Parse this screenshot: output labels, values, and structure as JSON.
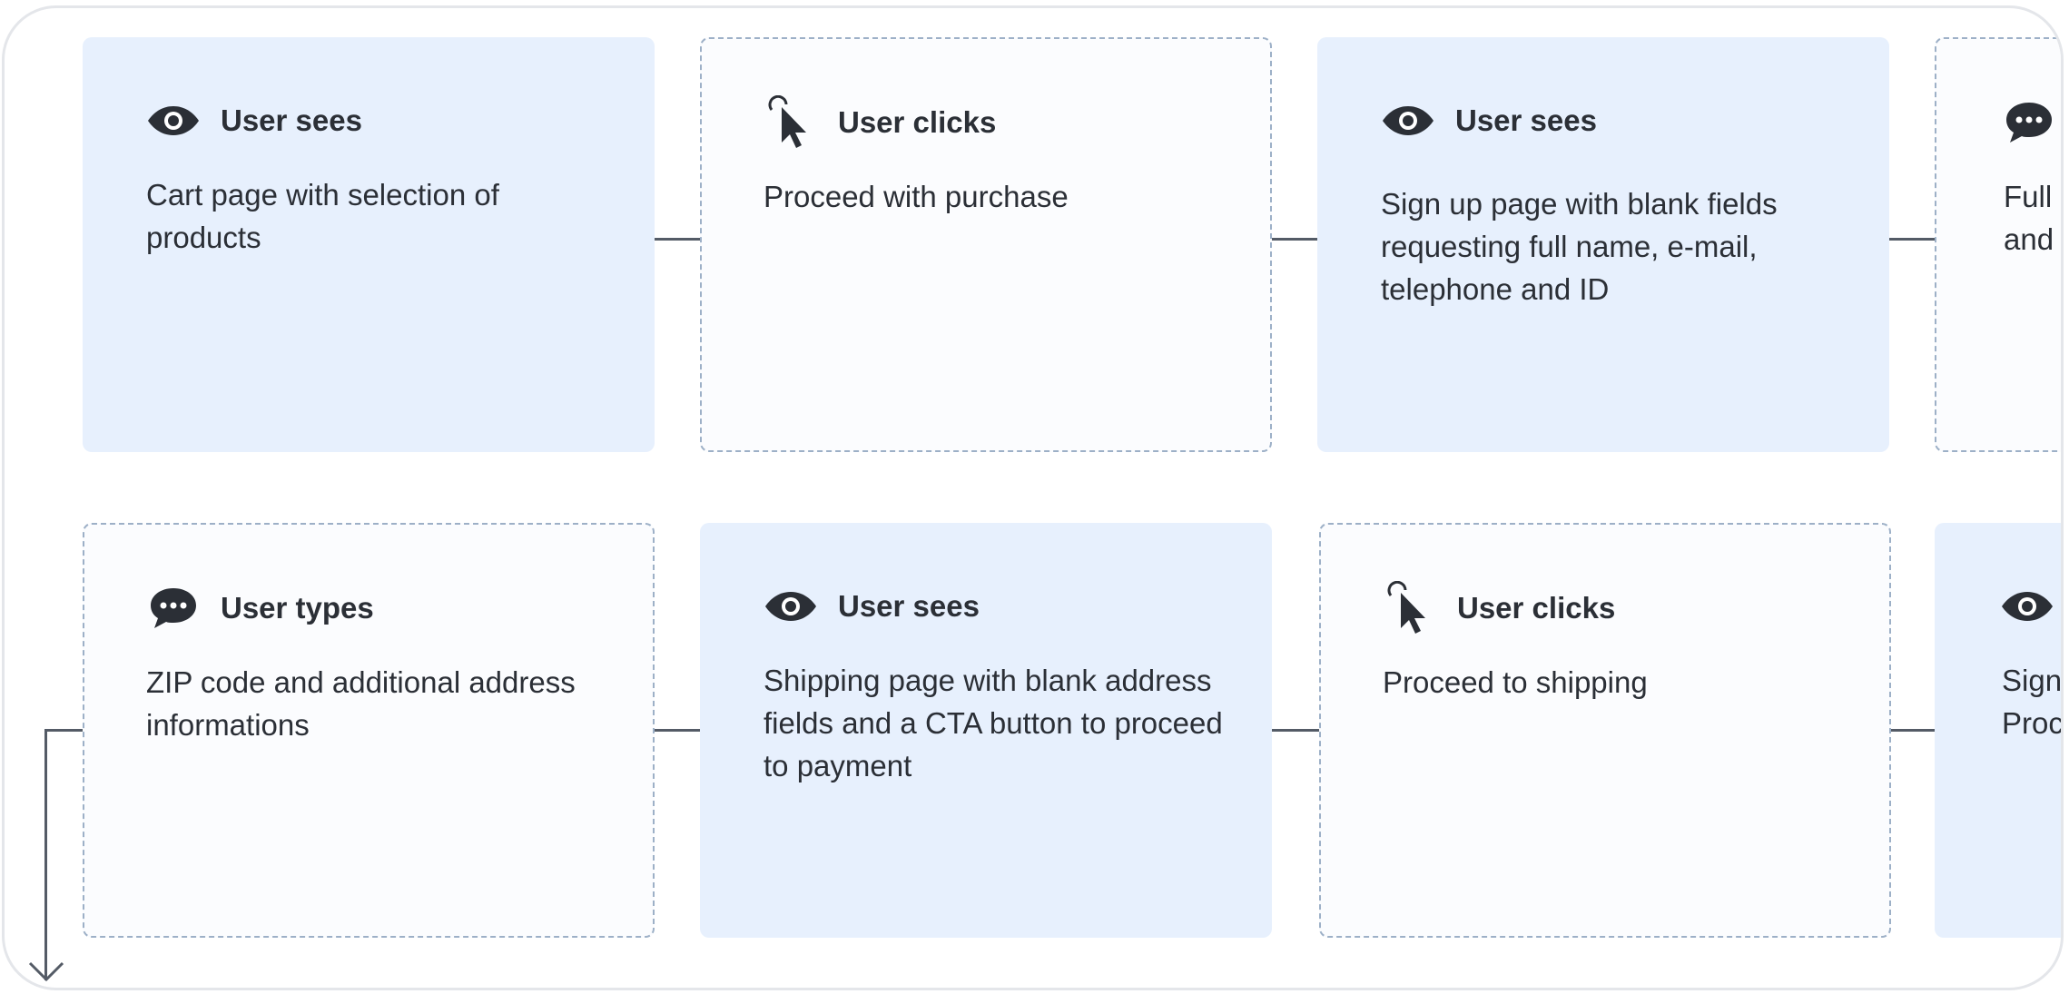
{
  "rows": [
    {
      "cards": [
        {
          "style": "solid",
          "icon": "eye-icon",
          "heading": "User sees",
          "text": "Cart page with selection of products"
        },
        {
          "style": "dashed",
          "icon": "cursor-click-icon",
          "heading": "User clicks",
          "text": "Proceed with purchase"
        },
        {
          "style": "solid",
          "icon": "eye-icon",
          "heading": "User sees",
          "text": "Sign up page with blank fields requesting full name, e-mail, telephone and ID"
        },
        {
          "style": "dashed",
          "icon": "chat-bubble-icon",
          "heading": "",
          "text": "Full n\nand I"
        }
      ]
    },
    {
      "cards": [
        {
          "style": "dashed",
          "icon": "chat-bubble-icon",
          "heading": "User types",
          "text": "ZIP code and additional address informations"
        },
        {
          "style": "solid",
          "icon": "eye-icon",
          "heading": "User sees",
          "text": "Shipping page with blank address fields and a CTA button to proceed to payment"
        },
        {
          "style": "dashed",
          "icon": "cursor-click-icon",
          "heading": "User clicks",
          "text": "Proceed to shipping"
        },
        {
          "style": "solid",
          "icon": "eye-icon",
          "heading": "",
          "text": "Sign\nProc"
        }
      ]
    }
  ],
  "colors": {
    "solid_card": "#e7f0fd",
    "dashed_border": "#9db0c7",
    "icon": "#2b2f36",
    "connector": "#545b66"
  }
}
